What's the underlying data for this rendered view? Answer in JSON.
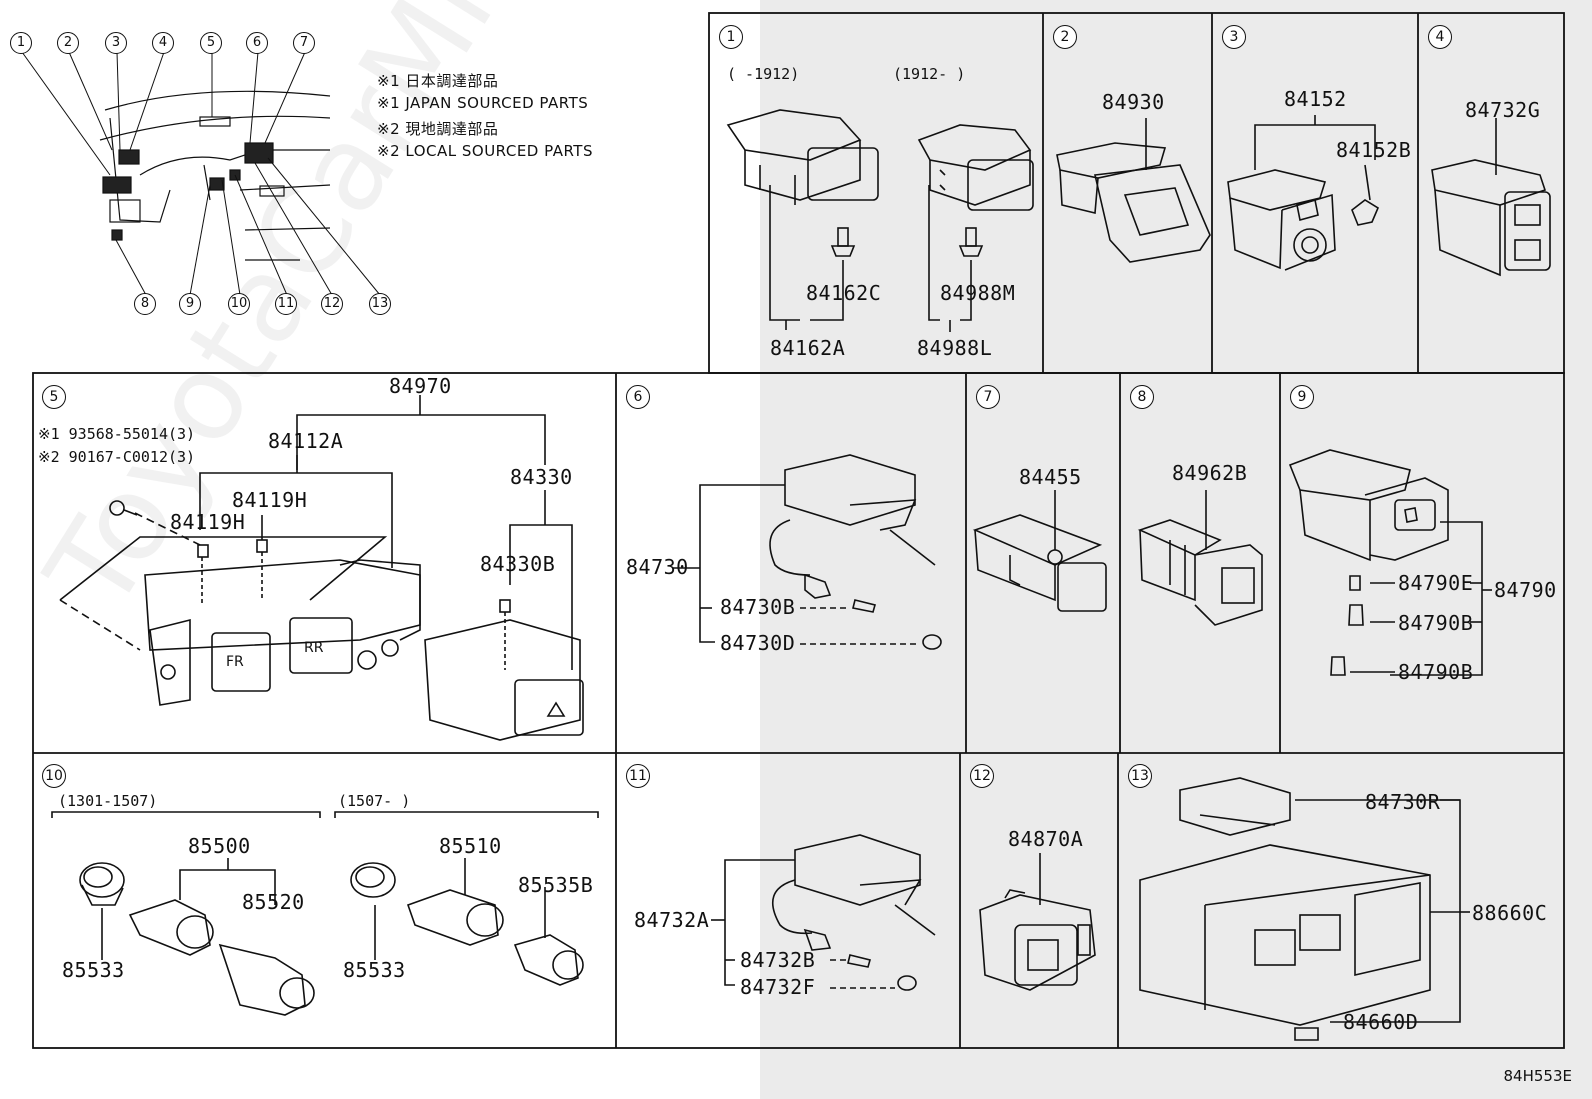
{
  "watermark": "ToyotaCarMine.ru",
  "notes": [
    "※1 日本調達部品",
    "※1 JAPAN SOURCED PARTS",
    "※2 現地調達部品",
    "※2 LOCAL SOURCED PARTS"
  ],
  "overview_callouts": [
    "1",
    "2",
    "3",
    "4",
    "5",
    "6",
    "7",
    "8",
    "9",
    "10",
    "11",
    "12",
    "13"
  ],
  "sections": {
    "s1": {
      "ref": "1",
      "left_range": "(      -1912)",
      "right_range": "(1912-      )",
      "parts": [
        "84162C",
        "84162A",
        "84988M",
        "84988L"
      ]
    },
    "s2": {
      "ref": "2",
      "parts": [
        "84930"
      ]
    },
    "s3": {
      "ref": "3",
      "parts": [
        "84152",
        "84152B"
      ]
    },
    "s4": {
      "ref": "4",
      "parts": [
        "84732G"
      ]
    },
    "s5": {
      "ref": "5",
      "bolt1": "※1 93568-55014(3)",
      "bolt2": "※2 90167-C0012(3)",
      "parts": [
        "84970",
        "84112A",
        "84330",
        "84119H",
        "84119H",
        "84330B"
      ],
      "fr_label": "FR",
      "rr_label": "RR"
    },
    "s6": {
      "ref": "6",
      "parts": [
        "84730",
        "84730B",
        "84730D"
      ]
    },
    "s7": {
      "ref": "7",
      "parts": [
        "84455"
      ]
    },
    "s8": {
      "ref": "8",
      "parts": [
        "84962B"
      ]
    },
    "s9": {
      "ref": "9",
      "parts": [
        "84790E",
        "84790B",
        "84790B",
        "84790"
      ]
    },
    "s10": {
      "ref": "10",
      "left_range": "(1301-1507)",
      "right_range": "(1507-      )",
      "parts": [
        "85500",
        "85520",
        "85533",
        "85510",
        "85535B",
        "85533"
      ]
    },
    "s11": {
      "ref": "11",
      "parts": [
        "84732A",
        "84732B",
        "84732F"
      ]
    },
    "s12": {
      "ref": "12",
      "parts": [
        "84870A"
      ]
    },
    "s13": {
      "ref": "13",
      "parts": [
        "84730R",
        "88660C",
        "84660D"
      ]
    }
  },
  "diagram_code": "84H553E"
}
